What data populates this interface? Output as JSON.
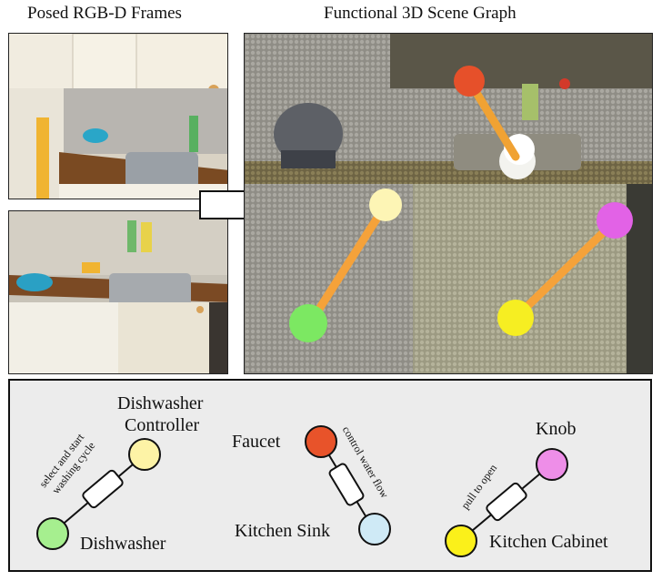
{
  "titles": {
    "left": "Posed RGB-D Frames",
    "right": "Functional 3D Scene Graph"
  },
  "legend": {
    "groups": [
      {
        "node_top": "Dishwasher Controller",
        "node_top_line1": "Dishwasher",
        "node_top_line2": "Controller",
        "node_bottom": "Dishwasher",
        "edge": "select and start washing cycle",
        "edge_line1": "select and start",
        "edge_line2": "washing cycle",
        "top_color": "#fdf3a6",
        "bottom_color": "#a6ef8f"
      },
      {
        "node_top": "Faucet",
        "node_bottom": "Kitchen Sink",
        "edge": "control water flow",
        "top_color": "#e8532a",
        "bottom_color": "#cfeaf6"
      },
      {
        "node_top": "Knob",
        "node_bottom": "Kitchen Cabinet",
        "edge": "pull to open",
        "top_color": "#ee8ee8",
        "bottom_color": "#fbf01a"
      }
    ]
  }
}
